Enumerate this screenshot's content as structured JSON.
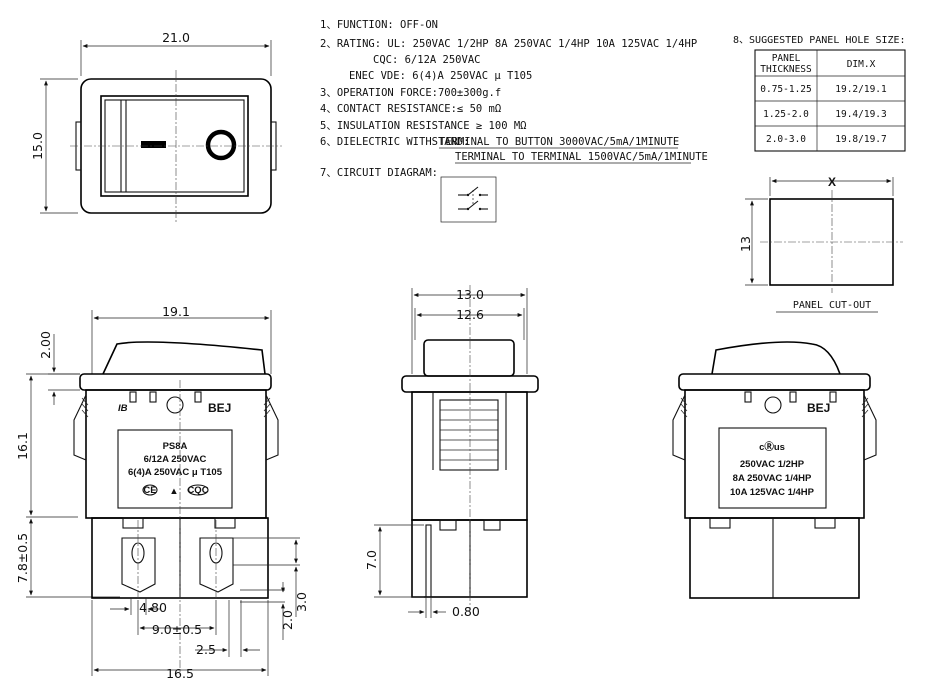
{
  "specs": [
    {
      "num": "1",
      "text": "FUNCTION:  OFF-ON"
    },
    {
      "num": "2",
      "text": "RATING:   UL:  250VAC 1/2HP   8A 250VAC 1/4HP   10A 125VAC 1/4HP"
    },
    {
      "num": "",
      "text": "CQC:  6/12A 250VAC"
    },
    {
      "num": "",
      "text": "ENEC VDE:  6(4)A 250VAC μ T105"
    },
    {
      "num": "3",
      "text": "OPERATION FORCE:700±300g.f"
    },
    {
      "num": "4",
      "text": "CONTACT RESISTANCE:≤ 50 mΩ"
    },
    {
      "num": "5",
      "text": "INSULATION RESISTANCE ≥ 100 MΩ"
    },
    {
      "num": "6",
      "text": "DIELECTRIC WITHSTAND:",
      "link1": "TERMINAL TO BUTTON 3000VAC/5mA/1MINUTE",
      "link2": "TERMINAL TO TERMINAL 1500VAC/5mA/1MINUTE"
    },
    {
      "num": "7",
      "text": "CIRCUIT DIAGRAM:"
    }
  ],
  "panel": {
    "title_num": "8",
    "title": "SUGGESTED PANEL HOLE SIZE:",
    "header_left_line1": "PANEL",
    "header_left_line2": "THICKNESS",
    "header_right": "DIM.X",
    "rows": [
      {
        "thickness": "0.75-1.25",
        "dim": "19.2/19.1"
      },
      {
        "thickness": "1.25-2.0",
        "dim": "19.4/19.3"
      },
      {
        "thickness": "2.0-3.0",
        "dim": "19.8/19.7"
      }
    ],
    "cutout_x_label": "X",
    "cutout_h_label": "13",
    "cutout_caption": "PANEL CUT-OUT"
  },
  "top_view": {
    "width_label": "21.0",
    "height_label": "15.0",
    "off_symbol": "—",
    "on_symbol": "O"
  },
  "front_view": {
    "width_label": "19.1",
    "rocker_label": "2.00",
    "height_label": "16.1",
    "terminal_label": "7.8±0.5",
    "brand": "BEJ",
    "label_lines": [
      "PS8A",
      "6/12A  250VAC",
      "6(4)A 250VAC μ T105"
    ],
    "cert_marks": [
      "CE",
      "▲",
      "CQC"
    ],
    "dim_480": "4.80",
    "dim_90": "9.0±0.5",
    "dim_25": "2.5",
    "dim_165": "16.5",
    "dim_20": "2.0",
    "dim_30": "3.0"
  },
  "side_view": {
    "width_outer": "13.0",
    "width_inner": "12.6",
    "height_label": "7.0",
    "pin_label": "0.80"
  },
  "back_view": {
    "brand": "BEJ",
    "ul_mark": "cⓇus",
    "label_lines": [
      "250VAC  1/2HP",
      "8A 250VAC  1/4HP",
      "10A 125VAC  1/4HP"
    ]
  }
}
